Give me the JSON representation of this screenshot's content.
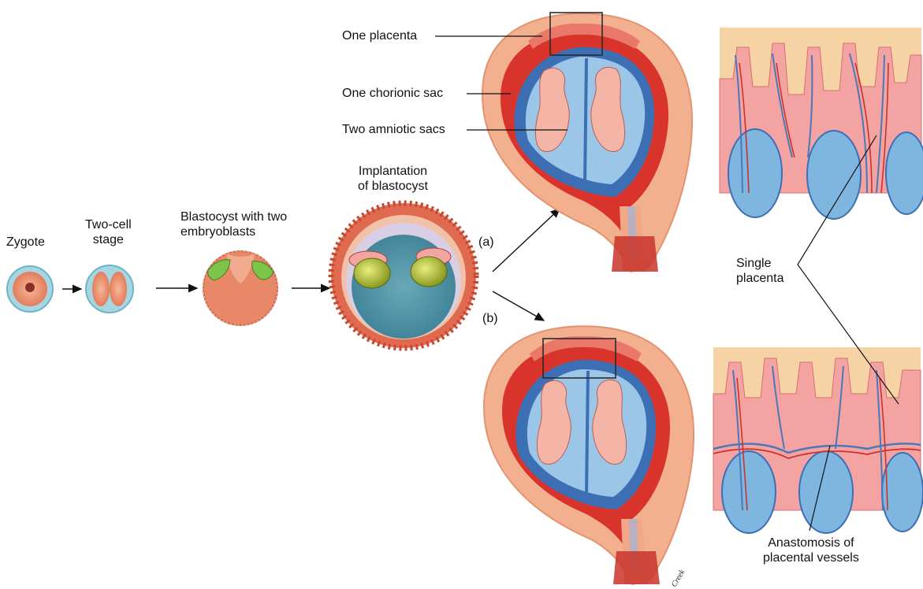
{
  "labels": {
    "zygote": "Zygote",
    "two_cell": "Two-cell\nstage",
    "blastocyst_two": "Blastocyst with two\nembryoblasts",
    "implantation": "Implantation\nof blastocyst",
    "path_a": "(a)",
    "path_b": "(b)",
    "one_placenta": "One placenta",
    "one_chorionic_sac": "One chorionic sac",
    "two_amniotic_sacs": "Two amniotic sacs",
    "single_placenta": "Single\nplacenta",
    "anastomosis": "Anastomosis of\nplacental vessels",
    "artist_signature": "Creek"
  },
  "colors": {
    "uterus_wall": "#f3b08f",
    "myometrium": "#d9342c",
    "amnion_blue": "#3d6fb4",
    "amniotic_fluid": "#9cc6e8",
    "placenta_tissue": "#e9786a",
    "villi_bg": "#f6d3a4",
    "villus_pink": "#f4a3a3",
    "villus_blue": "#7fb6e0",
    "embryoblast_green": "#b7c43a",
    "cell_fill": "#f0a07e",
    "cell_ring": "#9fd0dc"
  }
}
